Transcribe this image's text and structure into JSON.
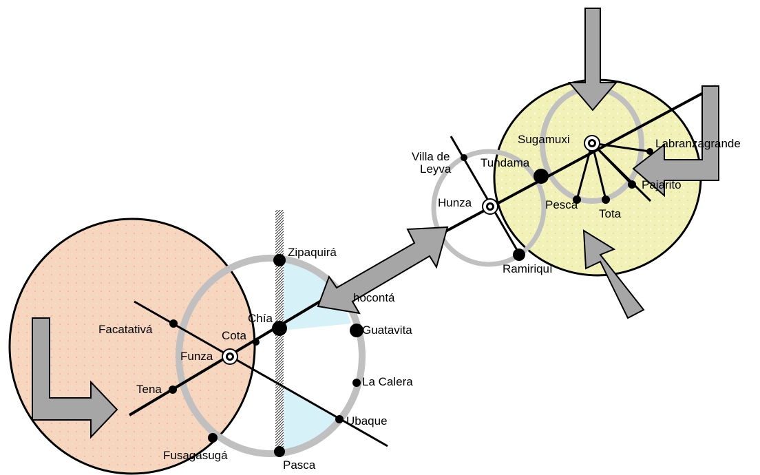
{
  "diagram": {
    "left_cluster": {
      "towns": {
        "facatativa": "Facatativá",
        "cota": "Cota",
        "chia": "Chía",
        "funza": "Funza",
        "tena": "Tena",
        "fusagasuga": "Fusagasugá",
        "zipaquira": "Zipaquirá",
        "chocontá": "hocontá",
        "guatavita": "Guatavita",
        "la_calera": "La Calera",
        "ubaque": "Ubaque",
        "pasca": "Pasca"
      }
    },
    "right_cluster": {
      "towns": {
        "villa_de_leyva_line1": "Villa de",
        "villa_de_leyva_line2": "Leyva",
        "tundama": "Tundama",
        "hunza": "Hunza",
        "sugamuxi": "Sugamuxi",
        "labranzagrande": "Labranzagrande",
        "pajarito": "Pajarito",
        "pesca": "Pesca",
        "tota": "Tota",
        "ramiriqui": "Ramiriquí"
      }
    },
    "colors": {
      "left_region_fill": "#f7d6bf",
      "right_region_fill": "#f2f2b8",
      "ring_gray": "#c0c0c0",
      "arrow_gray": "#a6a6a6",
      "overlap_blue": "#d6f1f7"
    }
  }
}
